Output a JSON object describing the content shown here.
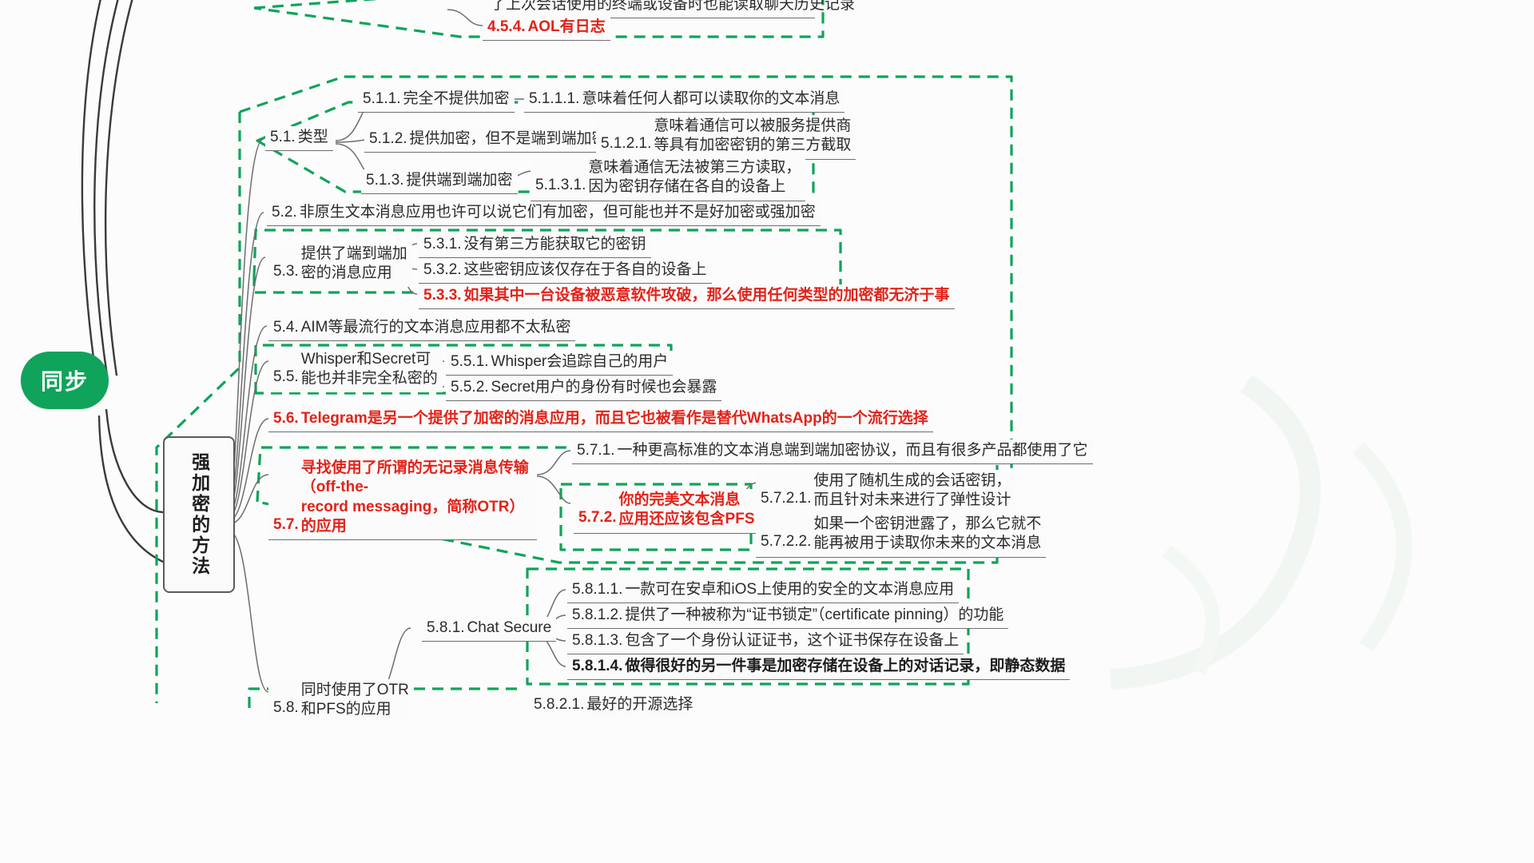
{
  "meta": {
    "kind": "mindmap",
    "accent_green": "#10a35b",
    "accent_red": "#e2231a",
    "node_text": "#2b2b2b",
    "connector": "#6e6e6e"
  },
  "root": {
    "label": "同步"
  },
  "branch": {
    "number": "5.",
    "label": "强加密的方法"
  },
  "top_fragment": {
    "clipped_text": "了上次会话使用的终端或设备时也能读取聊天历史记录",
    "aol": {
      "num": "4.5.4.",
      "text": "AOL有日志",
      "style": "red"
    }
  },
  "nodes": [
    {
      "id": "5.1",
      "num": "5.1.",
      "text": "类型",
      "style": "plain"
    },
    {
      "id": "5.1.1",
      "num": "5.1.1.",
      "text": "完全不提供加密",
      "style": "plain"
    },
    {
      "id": "5.1.1.1",
      "num": "5.1.1.1.",
      "text": "意味着任何人都可以读取你的文本消息",
      "style": "plain"
    },
    {
      "id": "5.1.2",
      "num": "5.1.2.",
      "text": "提供加密，但不是端到端加密",
      "style": "plain"
    },
    {
      "id": "5.1.2.1",
      "num": "5.1.2.1.",
      "text": "意味着通信可以被服务提供商\n等具有加密密钥的第三方截取",
      "style": "split"
    },
    {
      "id": "5.1.3",
      "num": "5.1.3.",
      "text": "提供端到端加密",
      "style": "plain"
    },
    {
      "id": "5.1.3.1",
      "num": "5.1.3.1.",
      "text": "意味着通信无法被第三方读取，\n因为密钥存储在各自的设备上",
      "style": "split"
    },
    {
      "id": "5.2",
      "num": "5.2.",
      "text": "非原生文本消息应用也许可以说它们有加密，但可能也并不是好加密或强加密",
      "style": "plain"
    },
    {
      "id": "5.3",
      "num": "5.3.",
      "text": "提供了端到端加\n密的消息应用",
      "style": "split"
    },
    {
      "id": "5.3.1",
      "num": "5.3.1.",
      "text": "没有第三方能获取它的密钥",
      "style": "plain"
    },
    {
      "id": "5.3.2",
      "num": "5.3.2.",
      "text": "这些密钥应该仅存在于各自的设备上",
      "style": "plain"
    },
    {
      "id": "5.3.3",
      "num": "5.3.3.",
      "text": "如果其中一台设备被恶意软件攻破，那么使用任何类型的加密都无济于事",
      "style": "red"
    },
    {
      "id": "5.4",
      "num": "5.4.",
      "text": "AIM等最流行的文本消息应用都不太私密",
      "style": "plain"
    },
    {
      "id": "5.5",
      "num": "5.5.",
      "text": "Whisper和Secret可\n能也并非完全私密的",
      "style": "split"
    },
    {
      "id": "5.5.1",
      "num": "5.5.1.",
      "text": "Whisper会追踪自己的用户",
      "style": "plain"
    },
    {
      "id": "5.5.2",
      "num": "5.5.2.",
      "text": "Secret用户的身份有时候也会暴露",
      "style": "plain"
    },
    {
      "id": "5.6",
      "num": "5.6.",
      "text": "Telegram是另一个提供了加密的消息应用，而且它也被看作是替代WhatsApp的一个流行选择",
      "style": "red"
    },
    {
      "id": "5.7",
      "num": "5.7.",
      "text": "寻找使用了所谓的无记录消息传输（off-the-\nrecord messaging，简称OTR）的应用",
      "style": "red-split"
    },
    {
      "id": "5.7.1",
      "num": "5.7.1.",
      "text": "一种更高标准的文本消息端到端加密协议，而且有很多产品都使用了它",
      "style": "plain"
    },
    {
      "id": "5.7.2",
      "num": "5.7.2.",
      "text": "你的完美文本消息\n应用还应该包含PFS",
      "style": "red-split"
    },
    {
      "id": "5.7.2.1",
      "num": "5.7.2.1.",
      "text": "使用了随机生成的会话密钥，\n而且针对未来进行了弹性设计",
      "style": "split"
    },
    {
      "id": "5.7.2.2",
      "num": "5.7.2.2.",
      "text": "如果一个密钥泄露了，那么它就不\n能再被用于读取你未来的文本消息",
      "style": "split"
    },
    {
      "id": "5.8",
      "num": "5.8.",
      "text": "同时使用了OTR\n和PFS的应用",
      "style": "split"
    },
    {
      "id": "5.8.1",
      "num": "5.8.1.",
      "text": "Chat Secure",
      "style": "plain"
    },
    {
      "id": "5.8.1.1",
      "num": "5.8.1.1.",
      "text": "一款可在安卓和iOS上使用的安全的文本消息应用",
      "style": "plain"
    },
    {
      "id": "5.8.1.2",
      "num": "5.8.1.2.",
      "text": "提供了一种被称为“证书锁定”（certificate pinning）的功能",
      "style": "plain"
    },
    {
      "id": "5.8.1.3",
      "num": "5.8.1.3.",
      "text": "包含了一个身份认证证书，这个证书保存在设备上",
      "style": "plain"
    },
    {
      "id": "5.8.1.4",
      "num": "5.8.1.4.",
      "text": "做得很好的另一件事是加密存储在设备上的对话记录，即静态数据",
      "style": "bold"
    },
    {
      "id": "5.8.2.1",
      "num": "5.8.2.1.",
      "text": "最好的开源选择",
      "style": "plain"
    }
  ]
}
